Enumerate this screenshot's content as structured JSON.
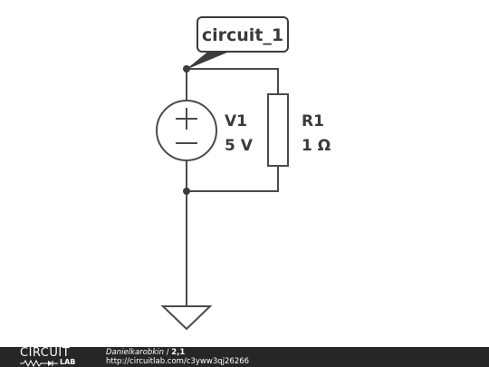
{
  "schematic": {
    "callout_label": "circuit_1",
    "source": {
      "name": "V1",
      "value": "5 V",
      "plus_symbol": "+",
      "minus_symbol": "−"
    },
    "resistor": {
      "name": "R1",
      "value": "1 Ω"
    },
    "colors": {
      "wire": "#4a4a4a",
      "label": "#3a3a3a",
      "callout_fill": "#3c3c3c"
    },
    "icons": {
      "source": "voltage-source-icon",
      "resistor": "resistor-icon",
      "ground": "ground-icon",
      "junction": "junction-dot-icon"
    }
  },
  "footer": {
    "logo_top": "CIRCUIT",
    "logo_bottom": "LAB",
    "author": "Danielkarobkin",
    "separator": " / ",
    "title": "2,1",
    "url": "http://circuitlab.com/c3yww3qj26266",
    "colors": {
      "background": "#262626",
      "text": "#ffffff"
    }
  }
}
